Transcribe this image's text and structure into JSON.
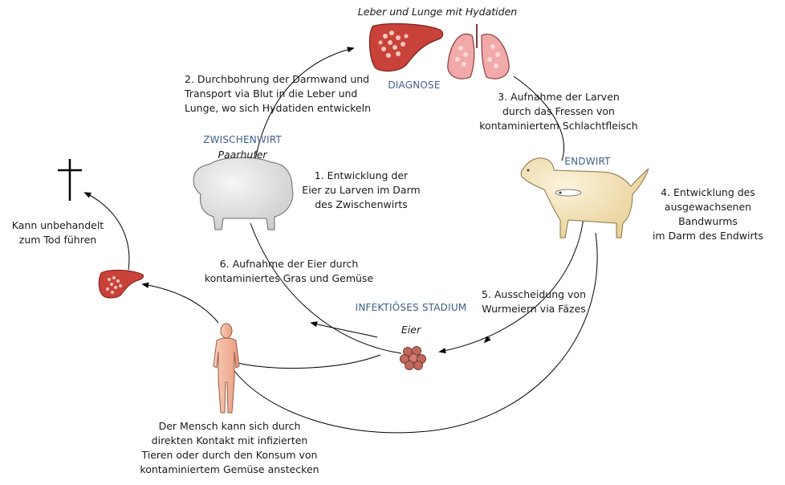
{
  "title": "Leber und Lunge mit Hydatiden",
  "stages": {
    "diagnose": "DIAGNOSE",
    "zwischenwirt": "ZWISCHENWIRT",
    "zwischenwirt_sub": "Paarhufer",
    "endwirt": "ENDWIRT",
    "infektioes": "INFEKTIÖSES STADIUM",
    "infektioes_sub": "Eier"
  },
  "steps": {
    "s1": [
      "1. Entwicklung der",
      "Eier zu Larven im Darm",
      "des Zwischenwirts"
    ],
    "s2": [
      "2. Durchbohrung der Darmwand und",
      "Transport via Blut in die Leber und",
      "Lunge, wo sich Hydatiden entwickeln"
    ],
    "s3": [
      "3. Aufnahme der Larven",
      "durch das Fressen von",
      "kontaminiertem Schlachtfleisch"
    ],
    "s4": [
      "4. Entwicklung des",
      "ausgewachsenen Bandwurms",
      "im Darm des Endwirts"
    ],
    "s5": [
      "5. Ausscheidung von",
      "Wurmeiern via Fäzes"
    ],
    "s6": [
      "6. Aufnahme der Eier durch",
      "kontaminiertes Gras und Gemüse"
    ]
  },
  "human": [
    "Der Mensch kann sich durch",
    "direkten Kontakt mit infizierten",
    "Tieren oder durch den Konsum von",
    "kontaminiertem Gemüse anstecken"
  ],
  "death": [
    "Kann unbehandelt",
    "zum Tod führen"
  ],
  "colors": {
    "liver": "#c9423a",
    "lung": "#f2a9a9",
    "dog": "#f3e2b8",
    "sheep": "#e4e4e4",
    "skin": "#f4b9a0",
    "eggs": "#c0685e",
    "stage_label": "#3d5f8c"
  }
}
